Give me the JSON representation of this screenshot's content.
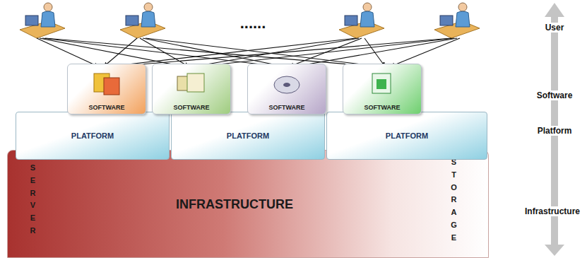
{
  "diagram": {
    "nodes": [
      {
        "text": [
          "SOFTWARE"
        ]
      },
      {
        "text": [
          "SOFTWARE"
        ]
      },
      {
        "text": [
          "SOFTWARE"
        ]
      },
      {
        "text": [
          "SOFTWARE"
        ]
      },
      {
        "text": [
          "PLATFORM"
        ]
      },
      {
        "text": [
          "PLATFORM"
        ]
      },
      {
        "text": [
          "PLATFORM"
        ]
      },
      {
        "text": [
          "SERVER",
          "INFRASTRUCTURE",
          "STORAGE"
        ]
      }
    ],
    "labels": [
      "......",
      "User",
      "Software",
      "Platform",
      "Infrastructure"
    ]
  }
}
